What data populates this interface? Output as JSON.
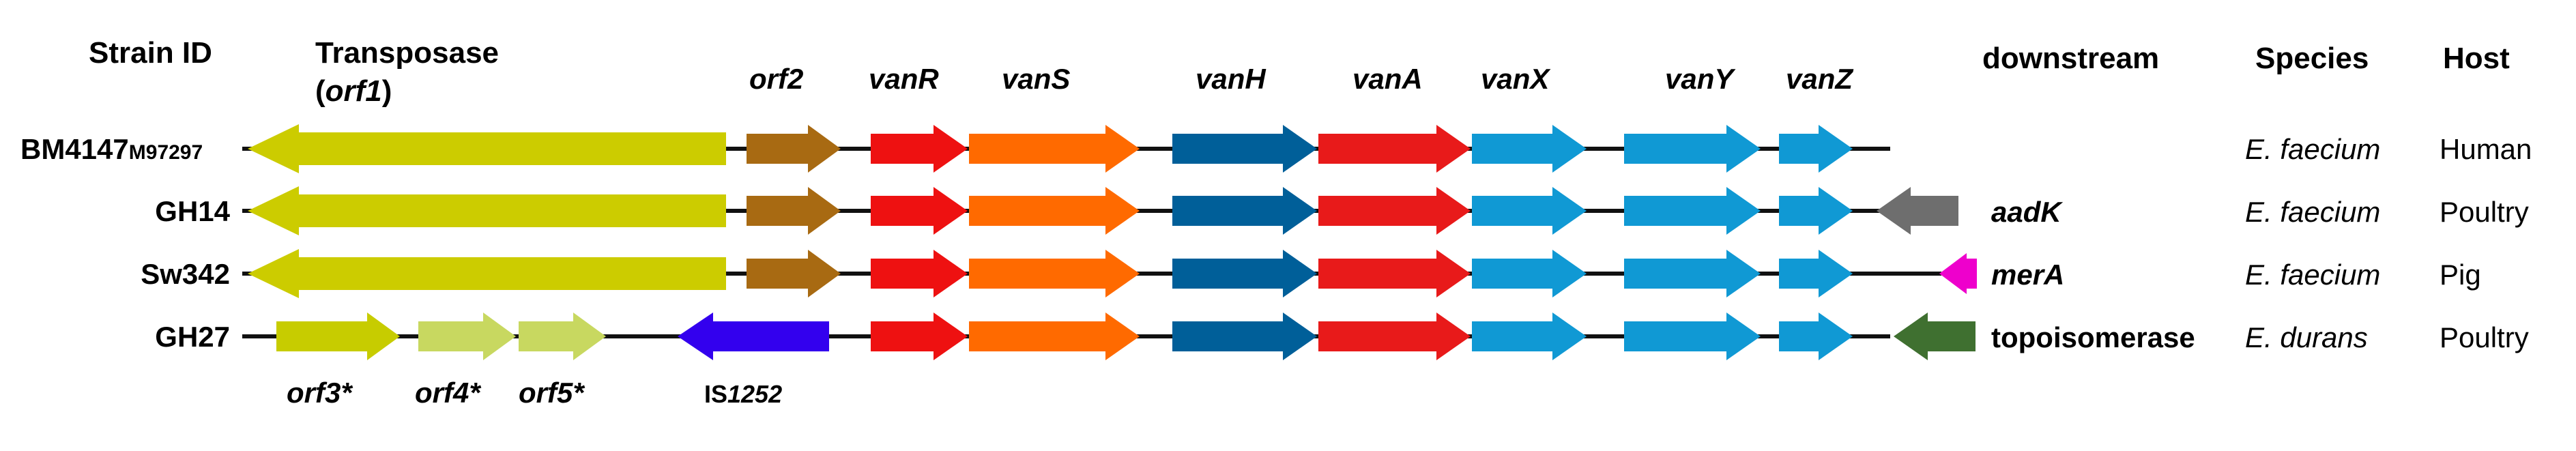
{
  "headers": {
    "strain_id": "Strain ID",
    "transposase_line1": "Transposase",
    "transposase_open": "(",
    "transposase_orf": "orf1",
    "transposase_close": ")",
    "downstream": "downstream",
    "species": "Species",
    "host": "Host"
  },
  "gene_labels": {
    "orf2": "orf2",
    "vanR": "vanR",
    "vanS": "vanS",
    "vanH": "vanH",
    "vanA": "vanA",
    "vanX": "vanX",
    "vanY": "vanY",
    "vanZ": "vanZ",
    "orf3": "orf3*",
    "orf4": "orf4*",
    "orf5": "orf5*",
    "is_prefix": "IS",
    "is_number": "1252"
  },
  "rows": [
    {
      "strain": "BM4147",
      "accession": "M97297",
      "downstream": "",
      "species": "E. faecium",
      "host": "Human"
    },
    {
      "strain": "GH14",
      "accession": "",
      "downstream": "aadK",
      "species": "E. faecium",
      "host": "Poultry"
    },
    {
      "strain": "Sw342",
      "accession": "",
      "downstream": "merA",
      "species": "E. faecium",
      "host": "Pig"
    },
    {
      "strain": "GH27",
      "accession": "",
      "downstream": "topoisomerase",
      "species": "E. durans",
      "host": "Poultry"
    }
  ],
  "colors": {
    "transposase": "#cccc00",
    "orf2": "#a86a12",
    "vanR": "#ee1111",
    "vanS": "#ff6a00",
    "vanH": "#005f99",
    "vanA": "#e81a1a",
    "vanX": "#1099d4",
    "vanY": "#1099d4",
    "vanZ": "#1099d4",
    "orf3": "#c7cc00",
    "orf4_orf5": "#c8d860",
    "is1252": "#3300ee",
    "aadK": "#6e6e6e",
    "merA": "#ee00cc",
    "topoisomerase": "#3f7030",
    "backbone": "#111111"
  }
}
